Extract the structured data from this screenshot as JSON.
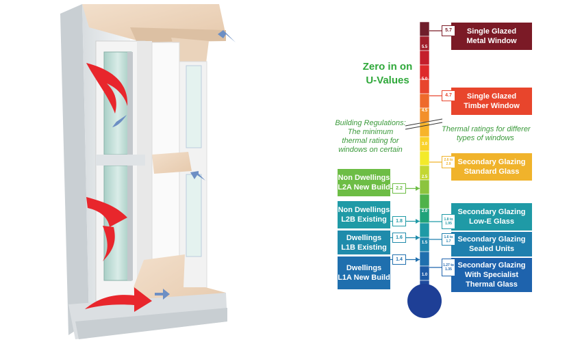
{
  "title": [
    "Zero in on",
    "U-Values"
  ],
  "left_note": [
    "Building Regulations:",
    "The minimum",
    "thermal rating for",
    "windows on certain"
  ],
  "right_note": [
    "Thermal ratings for differer",
    "types of windows"
  ],
  "scale_labels": [
    "5.5",
    "5.0",
    "4.5",
    "3.0",
    "2.5",
    "2.0",
    "1.5",
    "1.0"
  ],
  "right_boxes": [
    {
      "lines": [
        "Single Glazed",
        "Metal Window"
      ],
      "value": "5.7",
      "color": "#7b1a26"
    },
    {
      "lines": [
        "Single Glazed",
        "Timber Window"
      ],
      "value": "4.7",
      "color": "#e8452c"
    },
    {
      "lines": [
        "Secondary Glazing",
        "Standard Glass"
      ],
      "value": "2.6 to 2.9",
      "color": "#f0b32b"
    },
    {
      "lines": [
        "Secondary Glazing",
        "Low-E Glass"
      ],
      "value": "1.8 to 1.95",
      "color": "#1f9aa6"
    },
    {
      "lines": [
        "Secondary Glazing",
        "Sealed Units"
      ],
      "value": "1.6 to 1.7",
      "color": "#1f7fae"
    },
    {
      "lines": [
        "Secondary Glazing",
        "With Specialist",
        "Thermal Glass"
      ],
      "value": "1.27 to 1.35",
      "color": "#1e63ad"
    }
  ],
  "left_boxes": [
    {
      "lines": [
        "Non Dwellings",
        "L2A New Build"
      ],
      "value": "2.2",
      "color": "#6dbd45"
    },
    {
      "lines": [
        "Non Dwellings",
        "L2B Existing"
      ],
      "value": "1.8",
      "color": "#1f9aa6"
    },
    {
      "lines": [
        "Dwellings",
        "L1B Existing"
      ],
      "value": "1.6",
      "color": "#1f8bab"
    },
    {
      "lines": [
        "Dwellings",
        "L1A New Build"
      ],
      "value": "1.4",
      "color": "#1f6fae"
    }
  ]
}
